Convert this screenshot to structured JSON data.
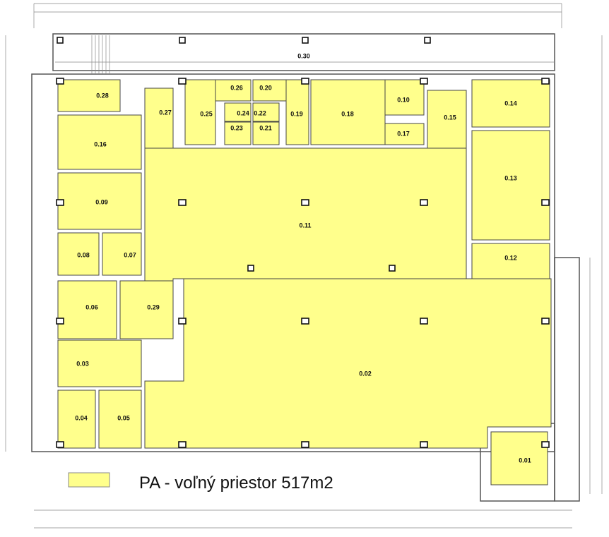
{
  "plan": {
    "rooms": {
      "r030": "0.30",
      "r028": "0.28",
      "r027": "0.27",
      "r016": "0.16",
      "r025": "0.25",
      "r026": "0.26",
      "r020": "0.20",
      "r024": "0.24",
      "r022": "0.22",
      "r023": "0.23",
      "r021": "0.21",
      "r019": "0.19",
      "r018": "0.18",
      "r010": "0.10",
      "r017": "0.17",
      "r015": "0.15",
      "r014": "0.14",
      "r013": "0.13",
      "r012": "0.12",
      "r011": "0.11",
      "r009": "0.09",
      "r008": "0.08",
      "r007": "0.07",
      "r006": "0.06",
      "r029": "0.29",
      "r003": "0.03",
      "r004": "0.04",
      "r005": "0.05",
      "r002": "0.02",
      "r001": "0.01"
    },
    "fill_color": "#ffff8c"
  },
  "legend": {
    "label": "PA - voľný priestor 517m2",
    "swatch_color": "#ffff8c"
  }
}
